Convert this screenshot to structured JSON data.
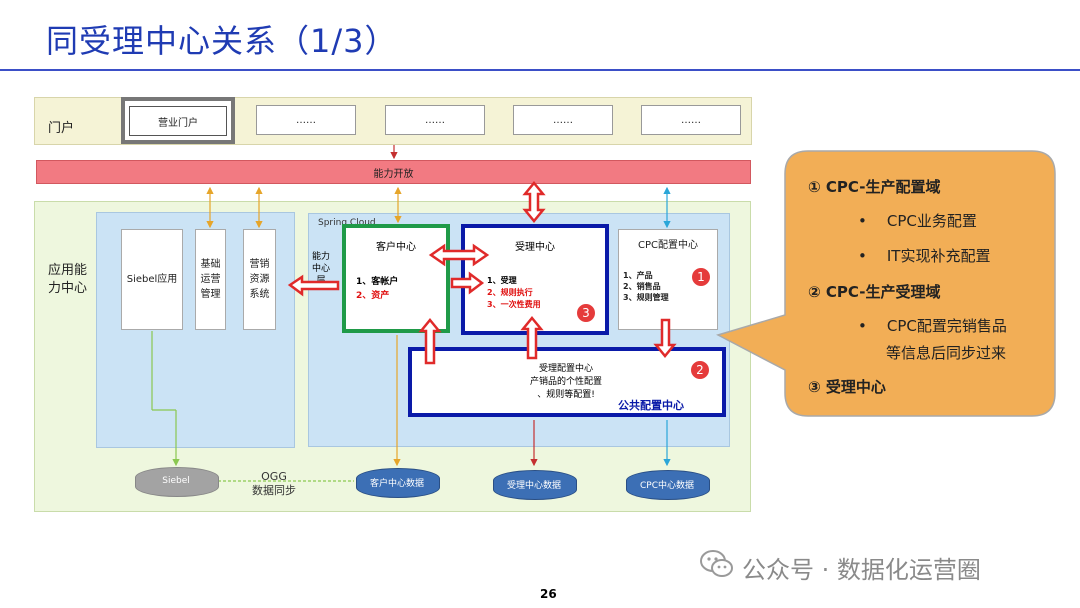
{
  "slide": {
    "title": "同受理中心关系（1/3）",
    "page_number": "26",
    "watermark": "公众号 · 数据化运营圈"
  },
  "portal": {
    "label": "门户",
    "boxes": [
      "营业门户",
      "……",
      "……",
      "……",
      "……"
    ]
  },
  "capability_bar": "能力开放",
  "app_center": {
    "label_line1": "应用能",
    "label_line2": "力中心",
    "siebel_app": "Siebel应用",
    "basic_ops": [
      "基础",
      "运营",
      "管理"
    ],
    "marketing_sys": [
      "营销",
      "资源",
      "系统"
    ],
    "spring_cloud": "Spring Cloud",
    "capability_center": [
      "能力",
      "中心",
      "层"
    ]
  },
  "customer_center": {
    "title": "客户中心",
    "items": [
      "1、客帐户",
      "2、资产"
    ]
  },
  "acceptance_center": {
    "title": "受理中心",
    "items": [
      "1、受理",
      "2、规则执行",
      "3、一次性费用"
    ],
    "marker": "3"
  },
  "cpc_center": {
    "title": "CPC配置中心",
    "items": [
      "1、产品",
      "2、销售品",
      "3、规则管理"
    ],
    "marker": "1"
  },
  "config_center": {
    "lines": [
      "受理配置中心",
      "产销品的个性配置",
      "、规则等配置!"
    ],
    "public_label": "公共配置中心",
    "marker": "2"
  },
  "databases": {
    "siebel": "Siebel",
    "ogg": [
      "OGG",
      "数据同步"
    ],
    "customer": "客户中心数据",
    "acceptance": "受理中心数据",
    "cpc": "CPC中心数据"
  },
  "callout": {
    "item1": "①  CPC-生产配置域",
    "bullet1a": "CPC业务配置",
    "bullet1b": "IT实现补充配置",
    "item2": "②  CPC-生产受理域",
    "bullet2a_l1": "CPC配置完销售品",
    "bullet2a_l2": "等信息后同步过来",
    "item3": "③  受理中心",
    "bullet_char": "•"
  },
  "colors": {
    "title": "#1f3bb3",
    "green_border": "#1f9a48",
    "blue_border": "#0a1aa8",
    "arrow_red": "#e02a2a",
    "callout_fill": "#f2ae56"
  }
}
